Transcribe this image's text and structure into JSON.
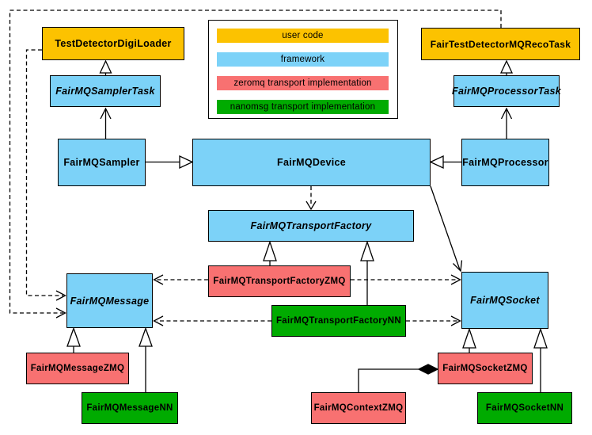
{
  "diagram_type": "uml-class-diagram",
  "colors": {
    "user_code": "#fcc200",
    "framework": "#7cd2f8",
    "zeromq": "#f87171",
    "nanomsg": "#00ab00",
    "border": "#000000",
    "background": "#ffffff"
  },
  "legend": {
    "items": [
      {
        "label": "user code",
        "color_key": "user_code"
      },
      {
        "label": "framework",
        "color_key": "framework"
      },
      {
        "label": "zeromq transport implementation",
        "color_key": "zeromq"
      },
      {
        "label": "nanomsg transport implementation",
        "color_key": "nanomsg"
      }
    ]
  },
  "nodes": {
    "test_detector_digi_loader": {
      "label": "TestDetectorDigiLoader",
      "category": "user code",
      "abstract": false
    },
    "fair_test_detector_mq_reco_task": {
      "label": "FairTestDetectorMQRecoTask",
      "category": "user code",
      "abstract": false
    },
    "fairmq_sampler_task": {
      "label": "FairMQSamplerTask",
      "category": "framework",
      "abstract": true
    },
    "fairmq_processor_task": {
      "label": "FairMQProcessorTask",
      "category": "framework",
      "abstract": true
    },
    "fairmq_sampler": {
      "label": "FairMQSampler",
      "category": "framework",
      "abstract": false
    },
    "fairmq_device": {
      "label": "FairMQDevice",
      "category": "framework",
      "abstract": false
    },
    "fairmq_processor": {
      "label": "FairMQProcessor",
      "category": "framework",
      "abstract": false
    },
    "fairmq_transport_factory": {
      "label": "FairMQTransportFactory",
      "category": "framework",
      "abstract": true
    },
    "fairmq_transport_factory_zmq": {
      "label": "FairMQTransportFactoryZMQ",
      "category": "zeromq",
      "abstract": false
    },
    "fairmq_transport_factory_nn": {
      "label": "FairMQTransportFactoryNN",
      "category": "nanomsg",
      "abstract": false
    },
    "fairmq_message": {
      "label": "FairMQMessage",
      "category": "framework",
      "abstract": true
    },
    "fairmq_socket": {
      "label": "FairMQSocket",
      "category": "framework",
      "abstract": true
    },
    "fairmq_message_zmq": {
      "label": "FairMQMessageZMQ",
      "category": "zeromq",
      "abstract": false
    },
    "fairmq_message_nn": {
      "label": "FairMQMessageNN",
      "category": "nanomsg",
      "abstract": false
    },
    "fairmq_context_zmq": {
      "label": "FairMQContextZMQ",
      "category": "zeromq",
      "abstract": false
    },
    "fairmq_socket_zmq": {
      "label": "FairMQSocketZMQ",
      "category": "zeromq",
      "abstract": false
    },
    "fairmq_socket_nn": {
      "label": "FairMQSocketNN",
      "category": "nanomsg",
      "abstract": false
    }
  },
  "edges": [
    {
      "from": "FairMQSamplerTask",
      "to": "TestDetectorDigiLoader",
      "line": "solid",
      "head": "hollow-triangle"
    },
    {
      "from": "FairMQProcessorTask",
      "to": "FairTestDetectorMQRecoTask",
      "line": "solid",
      "head": "hollow-triangle"
    },
    {
      "from": "FairMQSampler",
      "to": "FairMQSamplerTask",
      "line": "solid",
      "head": "open-arrow"
    },
    {
      "from": "FairMQProcessor",
      "to": "FairMQProcessorTask",
      "line": "solid",
      "head": "open-arrow"
    },
    {
      "from": "FairMQSampler",
      "to": "FairMQDevice",
      "line": "solid",
      "head": "hollow-triangle"
    },
    {
      "from": "FairMQProcessor",
      "to": "FairMQDevice",
      "line": "solid",
      "head": "hollow-triangle"
    },
    {
      "from": "FairMQDevice",
      "to": "FairMQTransportFactory",
      "line": "dashed",
      "head": "open-arrow"
    },
    {
      "from": "FairMQDevice",
      "to": "FairMQSocket",
      "line": "solid",
      "head": "open-arrow"
    },
    {
      "from": "FairMQTransportFactoryZMQ",
      "to": "FairMQTransportFactory",
      "line": "solid",
      "head": "hollow-triangle"
    },
    {
      "from": "FairMQTransportFactoryNN",
      "to": "FairMQTransportFactory",
      "line": "solid",
      "head": "hollow-triangle"
    },
    {
      "from": "FairMQTransportFactoryZMQ",
      "to": "FairMQMessage",
      "line": "dashed",
      "head": "open-arrow"
    },
    {
      "from": "FairMQTransportFactoryZMQ",
      "to": "FairMQSocket",
      "line": "dashed",
      "head": "open-arrow"
    },
    {
      "from": "FairMQTransportFactoryNN",
      "to": "FairMQMessage",
      "line": "dashed",
      "head": "open-arrow"
    },
    {
      "from": "FairMQTransportFactoryNN",
      "to": "FairMQSocket",
      "line": "dashed",
      "head": "open-arrow"
    },
    {
      "from": "FairMQMessageZMQ",
      "to": "FairMQMessage",
      "line": "solid",
      "head": "hollow-triangle"
    },
    {
      "from": "FairMQMessageNN",
      "to": "FairMQMessage",
      "line": "solid",
      "head": "hollow-triangle"
    },
    {
      "from": "FairMQSocketZMQ",
      "to": "FairMQSocket",
      "line": "solid",
      "head": "hollow-triangle"
    },
    {
      "from": "FairMQSocketNN",
      "to": "FairMQSocket",
      "line": "solid",
      "head": "hollow-triangle"
    },
    {
      "from": "TestDetectorDigiLoader",
      "to": "FairMQMessage",
      "line": "dashed",
      "head": "open-arrow"
    },
    {
      "from": "FairTestDetectorMQRecoTask",
      "to": "FairMQMessage",
      "line": "dashed",
      "head": "open-arrow"
    },
    {
      "from": "FairMQContextZMQ",
      "to": "FairMQSocketZMQ",
      "line": "solid",
      "head": "filled-diamond"
    }
  ]
}
